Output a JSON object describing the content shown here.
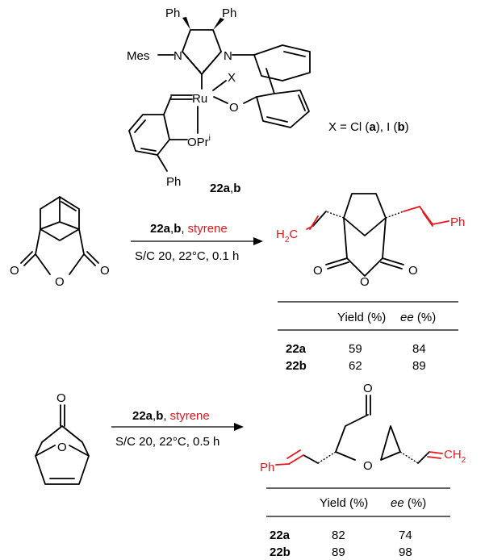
{
  "catalyst": {
    "ph_left": "Ph",
    "ph_right": "Ph",
    "mes": "Mes",
    "n_left": "N",
    "n_right": "N",
    "ru": "Ru",
    "x": "X",
    "o_naphthyl": "O",
    "o_ipr": "OPr",
    "ipr_sup": "i",
    "ph_bottom": "Ph",
    "label_num": "22a",
    "label_sep": ",",
    "label_b": "b",
    "x_def_prefix": "X = Cl (",
    "x_def_a": "a",
    "x_def_mid": "), I (",
    "x_def_b": "b",
    "x_def_suffix": ")"
  },
  "reaction1": {
    "sub_o_left": "O",
    "sub_o_ring": "O",
    "sub_o_right": "O",
    "arrow_cat": "22a",
    "arrow_sep": ",",
    "arrow_b": "b",
    "arrow_comma": ",",
    "arrow_reagent": "styrene",
    "arrow_conditions": "S/C 20, 22°C, 0.1 h",
    "prod_h2c": "H",
    "prod_h2c_sub": "2",
    "prod_h2c_c": "C",
    "prod_ph": "Ph",
    "prod_o_left": "O",
    "prod_o_ring": "O",
    "prod_o_right": "O",
    "table": {
      "col_yield": "Yield (%)",
      "col_ee": "ee",
      "col_ee_unit": " (%)",
      "rows": [
        {
          "cat": "22a",
          "yield": "59",
          "ee": "84"
        },
        {
          "cat": "22b",
          "yield": "62",
          "ee": "89"
        }
      ]
    }
  },
  "reaction2": {
    "sub_o_ketone": "O",
    "sub_o_bridge": "O",
    "arrow_cat": "22a",
    "arrow_sep": ",",
    "arrow_b": "b",
    "arrow_comma": ",",
    "arrow_reagent": "styrene",
    "arrow_conditions": "S/C 20, 22°C, 0.5 h",
    "prod_o_ketone": "O",
    "prod_o_ring": "O",
    "prod_ph": "Ph",
    "prod_ch": "CH",
    "prod_ch_sub": "2",
    "table": {
      "col_yield": "Yield (%)",
      "col_ee": "ee",
      "col_ee_unit": " (%)",
      "rows": [
        {
          "cat": "22a",
          "yield": "82",
          "ee": "74"
        },
        {
          "cat": "22b",
          "yield": "89",
          "ee": "98"
        }
      ]
    }
  },
  "colors": {
    "accent_red": "#e8161b",
    "ink": "#000000"
  }
}
